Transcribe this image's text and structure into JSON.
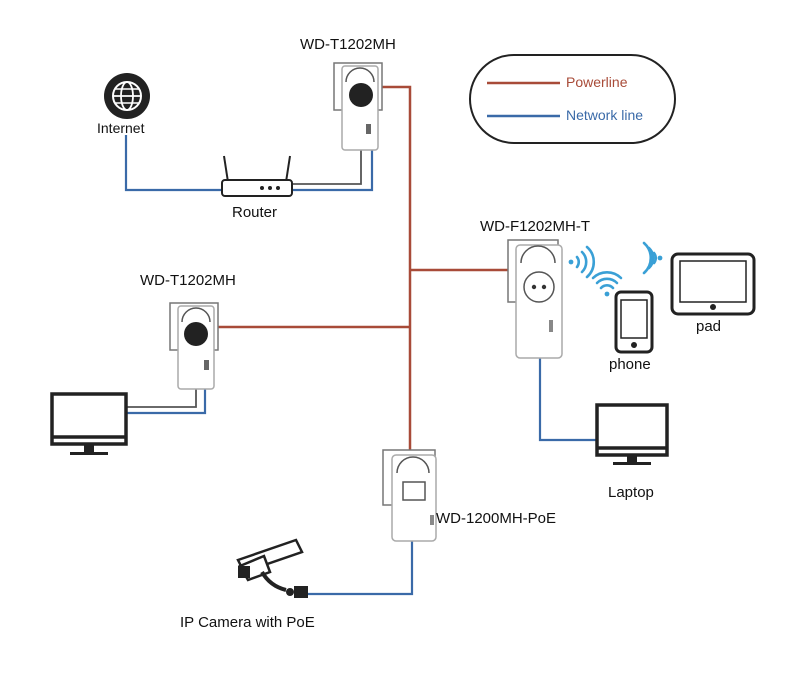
{
  "colors": {
    "powerline": "#a84b38",
    "network": "#3a6aa8",
    "wifi": "#3aa0d6",
    "device_stroke": "#888888",
    "dark": "#222222"
  },
  "legend": {
    "powerline_label": "Powerline",
    "network_label": "Network line"
  },
  "devices": {
    "top_adapter": "WD-T1202MH",
    "left_adapter": "WD-T1202MH",
    "wifi_adapter": "WD-F1202MH-T",
    "poe_adapter": "WD-1200MH-PoE"
  },
  "endpoints": {
    "internet": "Internet",
    "router": "Router",
    "laptop": "Laptop",
    "phone": "phone",
    "pad": "pad",
    "camera": "IP Camera with PoE"
  },
  "icons": {
    "internet": "globe-icon",
    "router": "router-icon",
    "monitor": "monitor-icon",
    "laptop": "laptop-icon",
    "phone": "phone-icon",
    "pad": "tablet-icon",
    "camera": "camera-icon",
    "wifi": "wifi-icon"
  }
}
